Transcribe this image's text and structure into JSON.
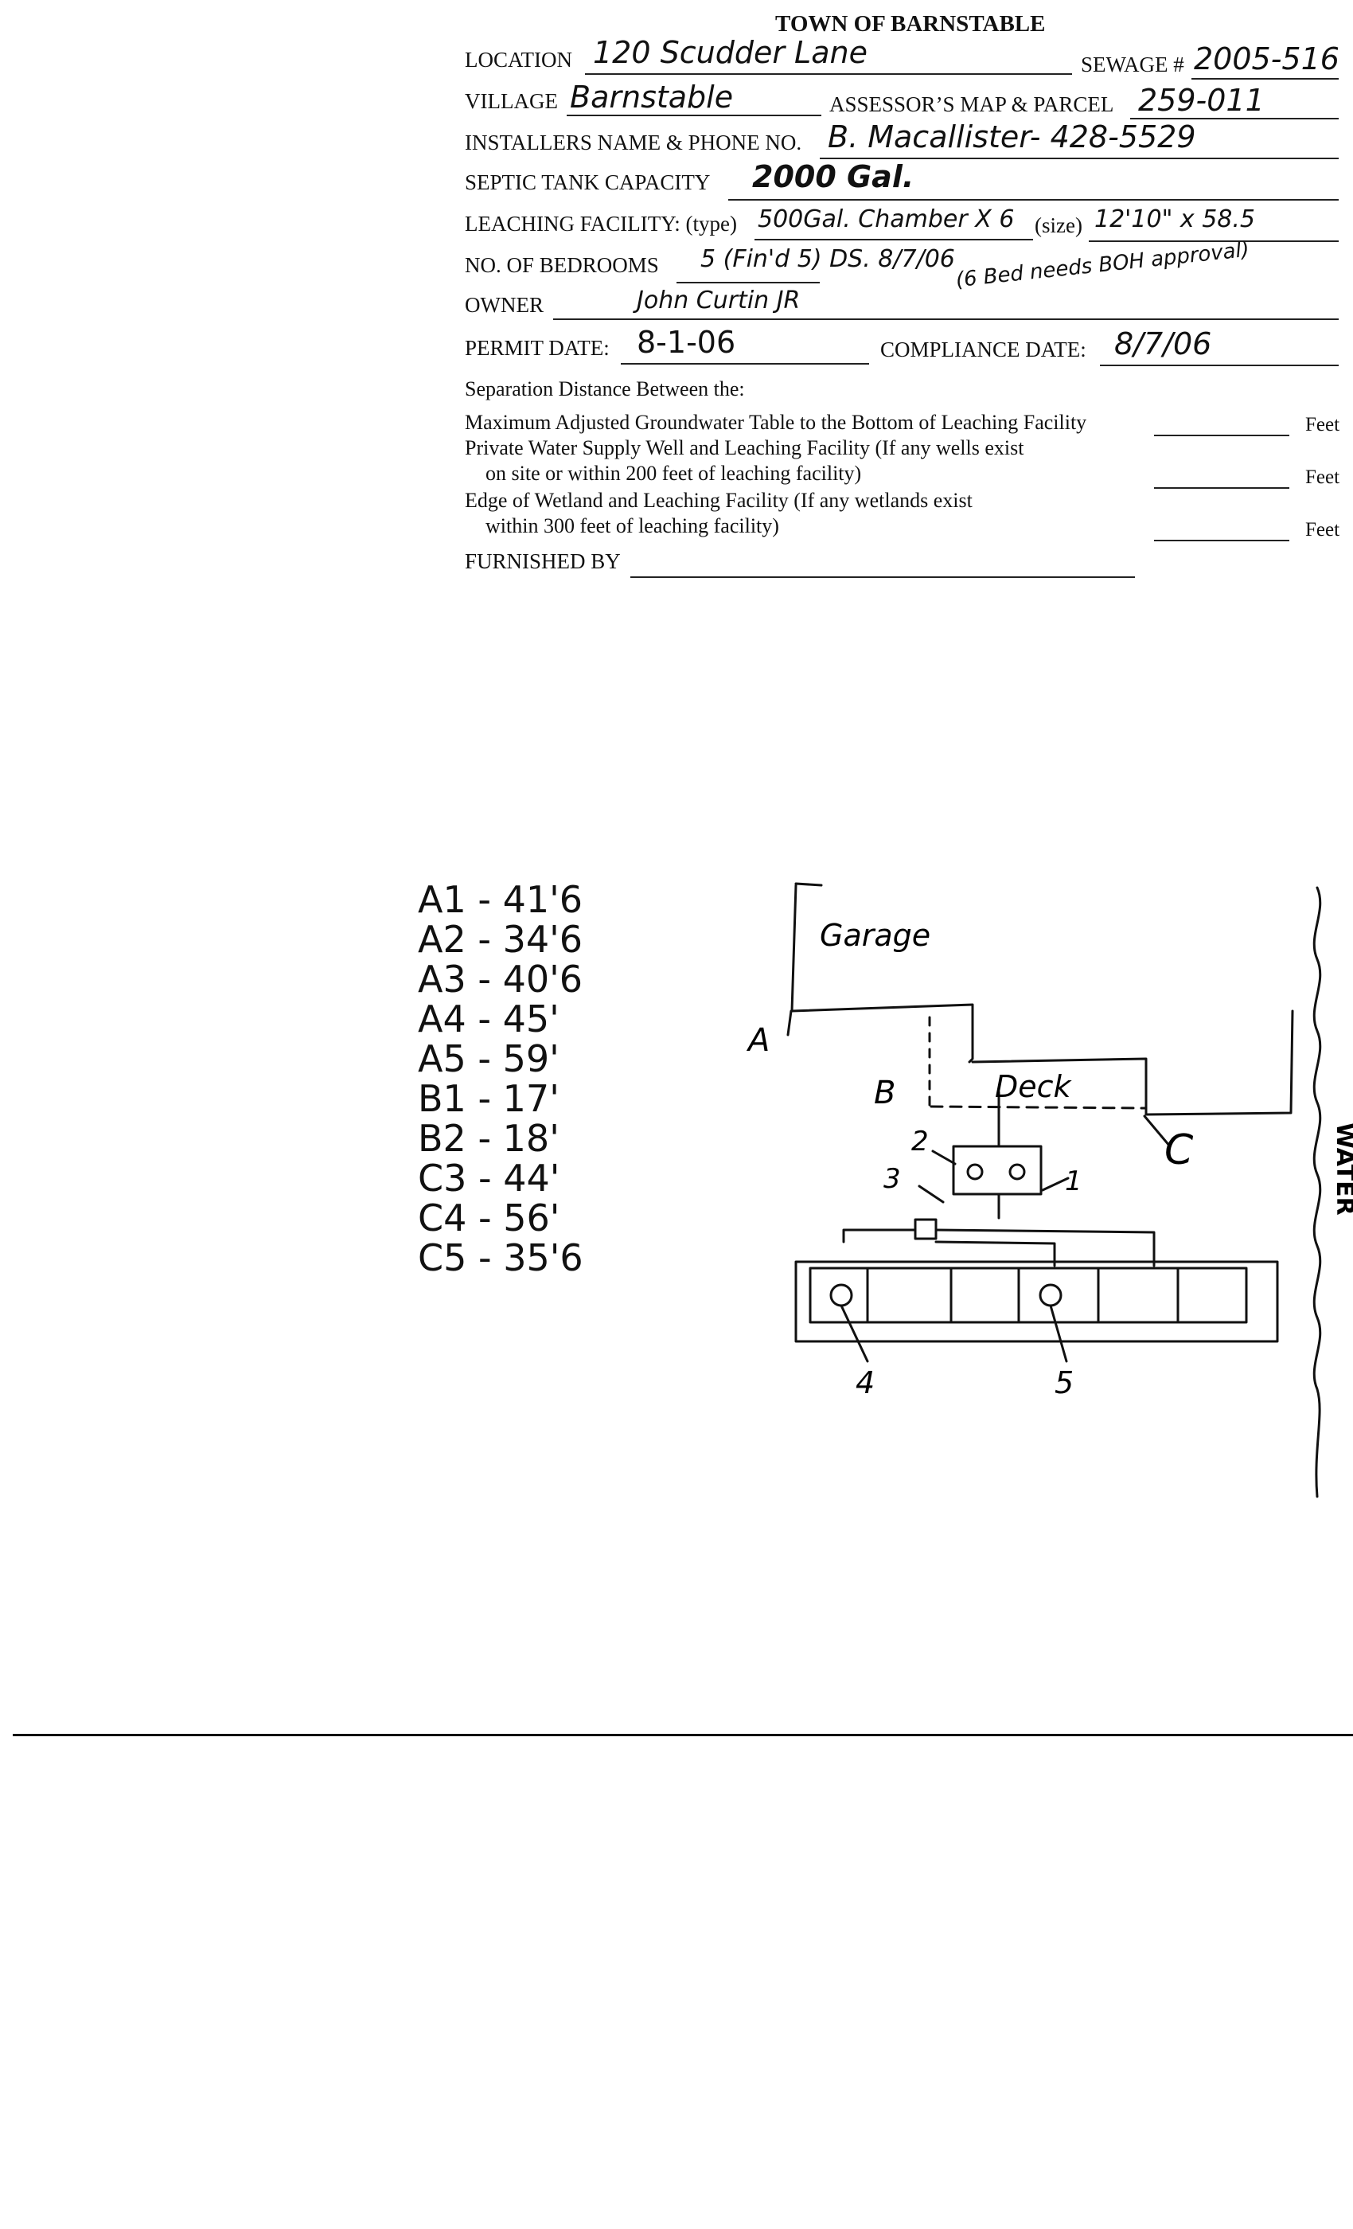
{
  "form": {
    "title": "TOWN OF BARNSTABLE",
    "location_label": "LOCATION",
    "location_value": "120 Scudder Lane",
    "sewage_label": "SEWAGE #",
    "sewage_value": "2005-516",
    "village_label": "VILLAGE",
    "village_value": "Barnstable",
    "assessor_label": "ASSESSOR’S MAP & PARCEL",
    "assessor_value": "259-011",
    "installer_label": "INSTALLERS NAME & PHONE NO.",
    "installer_value": "B. Macallister-   428-5529",
    "septic_label": "SEPTIC TANK CAPACITY",
    "septic_value": "2000 Gal.",
    "leaching_label": "LEACHING FACILITY: (type)",
    "leaching_type_value": "500Gal. Chamber X 6",
    "leaching_size_label": "(size)",
    "leaching_size_value": "12'10\" x 58.5",
    "bedrooms_label": "NO. OF BEDROOMS",
    "bedrooms_value": "5 (Fin'd 5) DS. 8/7/06",
    "bedrooms_note": "(6 Bed needs BOH approval)",
    "owner_label": "OWNER",
    "owner_value": "John Curtin JR",
    "permit_label": "PERMIT DATE:",
    "permit_value": "8-1-06",
    "compliance_label": "COMPLIANCE DATE:",
    "compliance_value": "8/7/06",
    "separation_heading": "Separation Distance Between the:",
    "groundwater_label": "Maximum Adjusted Groundwater Table to the Bottom of Leaching Facility",
    "well_label_1": "Private Water Supply Well and Leaching Facility (If any wells exist",
    "well_label_2": "on site or within 200 feet of leaching facility)",
    "wetland_label_1": "Edge of Wetland and Leaching Facility (If any wetlands exist",
    "wetland_label_2": "within 300 feet of leaching facility)",
    "feet_label": "Feet",
    "furnished_label": "FURNISHED BY"
  },
  "measurements": [
    "A1 - 41'6",
    "A2 - 34'6",
    "A3 - 40'6",
    "A4 - 45'",
    "A5 - 59'",
    "B1 - 17'",
    "B2 - 18'",
    "C3 - 44'",
    "C4 - 56'",
    "C5 - 35'6"
  ],
  "sketch": {
    "garage_label": "Garage",
    "deck_label": "Deck",
    "water_label": "WATER",
    "point_a": "A",
    "point_b": "B",
    "point_c": "C",
    "num_1": "1",
    "num_2": "2",
    "num_3": "3",
    "num_4": "4",
    "num_5": "5"
  }
}
